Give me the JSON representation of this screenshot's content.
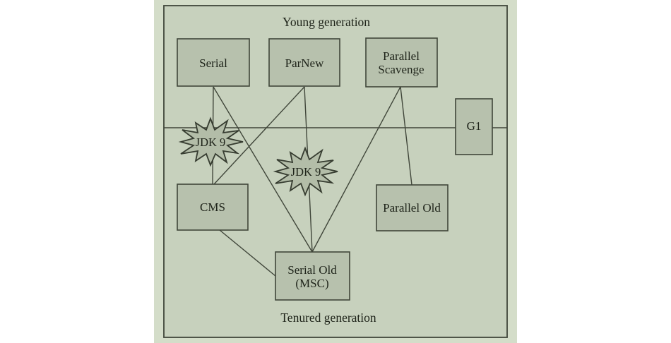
{
  "diagram": {
    "top_label": "Young generation",
    "bottom_label": "Tenured generation",
    "boxes": {
      "serial": {
        "label": "Serial"
      },
      "parnew": {
        "label": "ParNew"
      },
      "parallel_scavenge": {
        "line1": "Parallel",
        "line2": "Scavenge"
      },
      "g1": {
        "label": "G1"
      },
      "cms": {
        "label": "CMS"
      },
      "parallel_old": {
        "label": "Parallel Old"
      },
      "serial_old": {
        "line1": "Serial Old",
        "line2": "(MSC)"
      }
    },
    "badges": {
      "jdk9_upper": {
        "label": "JDK 9"
      },
      "jdk9_lower": {
        "label": "JDK 9"
      }
    },
    "colors": {
      "page_bg": "#ffffff",
      "panel_bg": "#d4ddc9",
      "inner_bg": "#c7d1bd",
      "box_fill": "#b7c1ad",
      "badge_fill": "#b3bda8",
      "line": "#40463a",
      "text": "#1e2319"
    }
  }
}
